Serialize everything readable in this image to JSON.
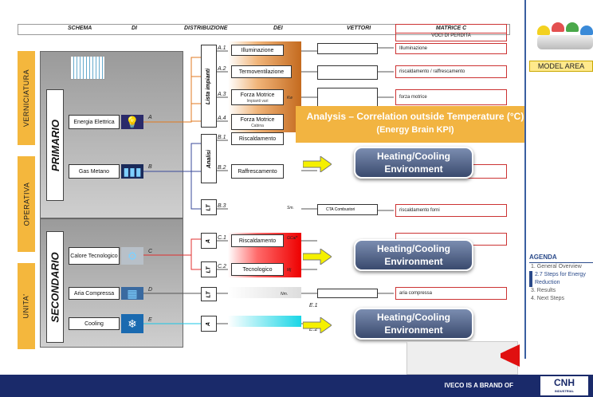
{
  "header": {
    "c1": "SCHEMA",
    "c2": "DI",
    "c3": "DISTRIBUZIONE",
    "c4": "DEI",
    "c5": "VETTORI",
    "matrice": "MATRICE C",
    "voci": "VOCI DI PERDITA"
  },
  "tabs": {
    "verniciatura": "VERNICIATURA",
    "operativa": "OPERATIVA",
    "unita": "UNITA'"
  },
  "groups": {
    "primario": "PRIMARIO",
    "secondario": "SECONDARIO"
  },
  "sources": {
    "energia": "Energia Elettrica",
    "gas": "Gas Metano",
    "calore": "Calore Tecnologico",
    "aria": "Aria Compressa",
    "cooling": "Cooling"
  },
  "letters": {
    "A": "A",
    "B": "B",
    "C": "C",
    "D": "D",
    "E": "E"
  },
  "mid": {
    "lista": "Lista impianti",
    "analisi": "Analisi",
    "lt": "LT",
    "a": "A"
  },
  "codes": {
    "a1": "A.1",
    "a2": "A.2",
    "a3": "A.3",
    "a4": "A.4",
    "b1": "B.1",
    "b2": "B.2",
    "b3": "B.3",
    "c1": "C.1",
    "c2": "C.2",
    "e1": "E.1",
    "e2": "E.2"
  },
  "vectors": {
    "illum": "Illuminazione",
    "termo": "Termoventilazione",
    "forza": "Forza Motrice",
    "forza_sub": "Impianti vari",
    "forza2": "Forza Motrice",
    "forza2_sub": "Cabina",
    "risc": "Riscaldamento",
    "raff": "Raffrescamento",
    "risc2": "Riscaldamento",
    "tecn": "Tecnologico"
  },
  "units": {
    "kw": "Kw",
    "sm": "Sm.",
    "nm": "Nm.",
    "mj": "Mj",
    "gcal": "GCal*"
  },
  "matrix": {
    "illum": "Illuminazione",
    "risc": "riscaldamento / raffrescamento",
    "forza": "forza motrice",
    "riscforni": "riscaldamento forni",
    "aria": "aria compressa",
    "cta": "CTA Combustori"
  },
  "analysis": {
    "line1": "Analysis – Correlation outside Temperature (°C)",
    "line2": "(Energy Brain KPI)"
  },
  "hc": {
    "l1": "Heating/Cooling",
    "l2": "Environment"
  },
  "sidebar": {
    "model": "MODEL AREA",
    "agenda": "AGENDA",
    "items": [
      "1. General Overview",
      "2.7 Steps for Energy Reduction",
      "3. Results",
      "4. Next Steps"
    ]
  },
  "footer": {
    "brand": "IVECO IS A BRAND OF",
    "logo": "CNH",
    "logo_sub": "INDUSTRIAL"
  }
}
